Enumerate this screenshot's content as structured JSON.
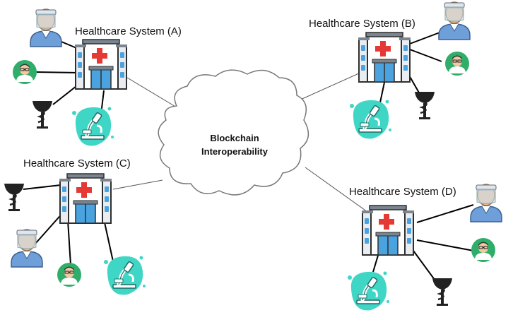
{
  "diagram": {
    "cloud": {
      "line1": "Blockchain",
      "line2": "Interoperability"
    },
    "systems": [
      {
        "id": "A",
        "label": "Healthcare System (A)"
      },
      {
        "id": "B",
        "label": "Healthcare System (B)"
      },
      {
        "id": "C",
        "label": "Healthcare System (C)"
      },
      {
        "id": "D",
        "label": "Healthcare System (D)"
      }
    ],
    "icons": {
      "hospital": "hospital-icon",
      "patient": "patient-icon",
      "doctor": "doctor-icon",
      "pharmacy": "pharmacy-icon",
      "lab": "lab-microscope-icon"
    },
    "colors": {
      "hospital_body": "#ffffff",
      "hospital_outline": "#2f2f2f",
      "hospital_roof": "#7a8590",
      "hospital_window": "#4aa3df",
      "cross": "#e53935",
      "doctor_circle": "#2fae6a",
      "lab_badge": "#3fd6c6",
      "patient_skin": "#e7b98c",
      "patient_coat": "#6f9fd8",
      "line": "#000000",
      "cloud_line": "#777777"
    }
  }
}
